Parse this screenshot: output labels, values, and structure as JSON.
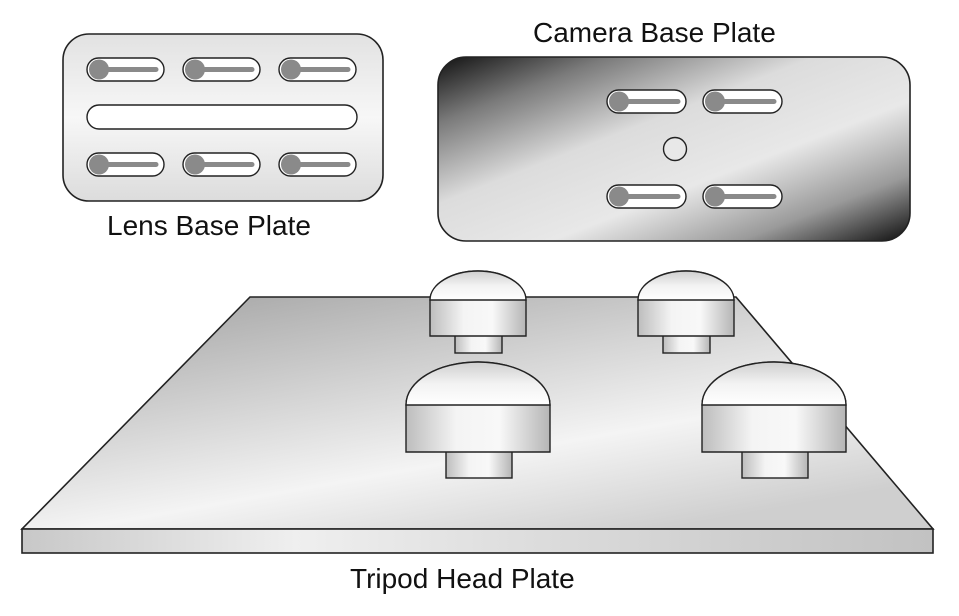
{
  "labels": {
    "lens_base_plate": "Lens Base Plate",
    "camera_base_plate": "Camera Base Plate",
    "tripod_head_plate": "Tripod Head Plate"
  },
  "parts": {
    "lens_plate_slots": 6,
    "lens_plate_long_slots": 1,
    "camera_plate_slots": 4,
    "camera_plate_center_holes": 1,
    "tripod_pegs": 4
  },
  "colors": {
    "outline": "#222222",
    "slot_knob": "#8a8a8a",
    "plate_light": "#f2f2f2",
    "plate_dark": "#1a1a1a"
  }
}
